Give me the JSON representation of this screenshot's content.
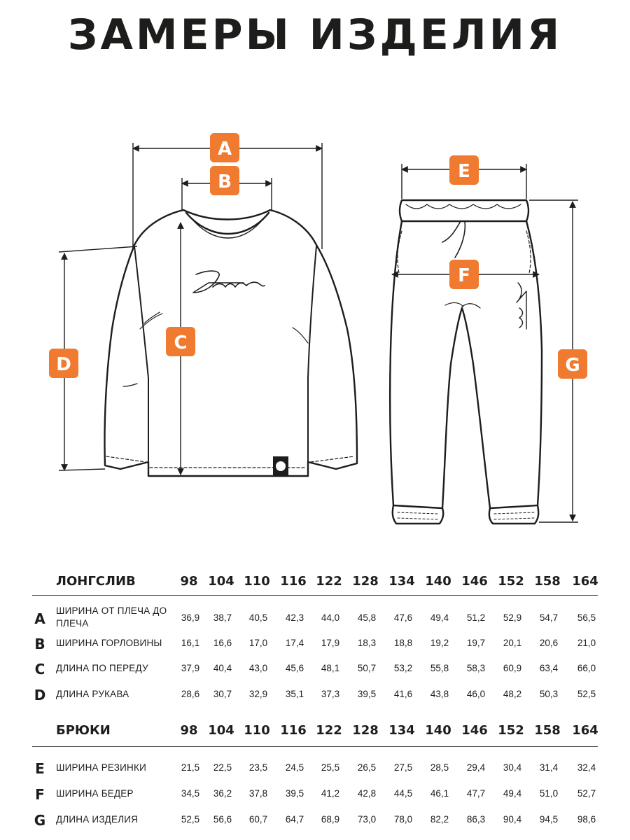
{
  "title": "ЗАМЕРЫ ИЗДЕЛИЯ",
  "colors": {
    "badge": "#f07a2f",
    "text": "#1d1d1b",
    "line": "#1d1d1b"
  },
  "badges": [
    "A",
    "B",
    "C",
    "D",
    "E",
    "F",
    "G"
  ],
  "brand_lettering": "Future",
  "sizes": [
    "98",
    "104",
    "110",
    "116",
    "122",
    "128",
    "134",
    "140",
    "146",
    "152",
    "158",
    "164"
  ],
  "longsleeve": {
    "name": "ЛОНГСЛИВ",
    "rows": [
      {
        "letter": "A",
        "label": "ШИРИНА ОТ ПЛЕЧА ДО ПЛЕЧА",
        "values": [
          "36,9",
          "38,7",
          "40,5",
          "42,3",
          "44,0",
          "45,8",
          "47,6",
          "49,4",
          "51,2",
          "52,9",
          "54,7",
          "56,5"
        ]
      },
      {
        "letter": "B",
        "label": "ШИРИНА ГОРЛОВИНЫ",
        "values": [
          "16,1",
          "16,6",
          "17,0",
          "17,4",
          "17,9",
          "18,3",
          "18,8",
          "19,2",
          "19,7",
          "20,1",
          "20,6",
          "21,0"
        ]
      },
      {
        "letter": "C",
        "label": "ДЛИНА ПО ПЕРЕДУ",
        "values": [
          "37,9",
          "40,4",
          "43,0",
          "45,6",
          "48,1",
          "50,7",
          "53,2",
          "55,8",
          "58,3",
          "60,9",
          "63,4",
          "66,0"
        ]
      },
      {
        "letter": "D",
        "label": "ДЛИНА РУКАВА",
        "values": [
          "28,6",
          "30,7",
          "32,9",
          "35,1",
          "37,3",
          "39,5",
          "41,6",
          "43,8",
          "46,0",
          "48,2",
          "50,3",
          "52,5"
        ]
      }
    ]
  },
  "pants": {
    "name": "БРЮКИ",
    "rows": [
      {
        "letter": "E",
        "label": "ШИРИНА РЕЗИНКИ",
        "values": [
          "21,5",
          "22,5",
          "23,5",
          "24,5",
          "25,5",
          "26,5",
          "27,5",
          "28,5",
          "29,4",
          "30,4",
          "31,4",
          "32,4"
        ]
      },
      {
        "letter": "F",
        "label": "ШИРИНА БЕДЕР",
        "values": [
          "34,5",
          "36,2",
          "37,8",
          "39,5",
          "41,2",
          "42,8",
          "44,5",
          "46,1",
          "47,7",
          "49,4",
          "51,0",
          "52,7"
        ]
      },
      {
        "letter": "G",
        "label": "ДЛИНА ИЗДЕЛИЯ",
        "values": [
          "52,5",
          "56,6",
          "60,7",
          "64,7",
          "68,9",
          "73,0",
          "78,0",
          "82,2",
          "86,3",
          "90,4",
          "94,5",
          "98,6"
        ]
      }
    ]
  }
}
